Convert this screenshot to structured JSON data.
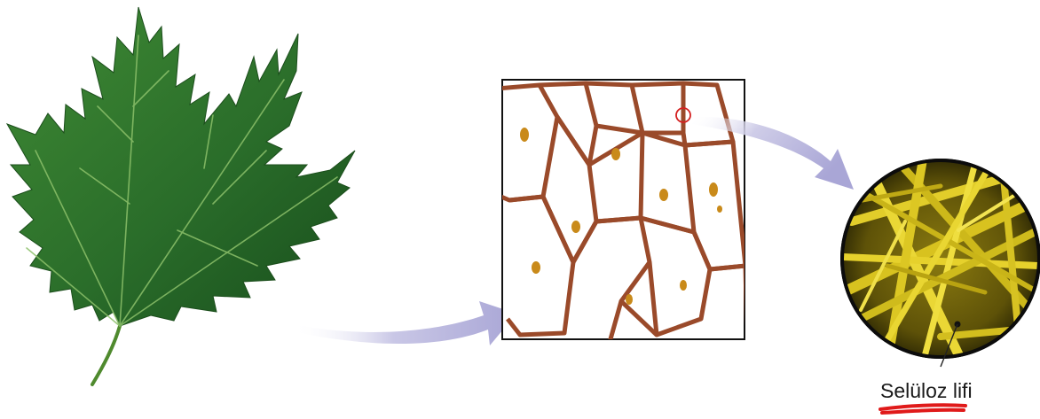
{
  "stages": [
    {
      "name": "leaf",
      "icon": "maple-leaf-illustration"
    },
    {
      "name": "plant-cells",
      "icon": "plant-cell-grid-illustration"
    },
    {
      "name": "fibers",
      "icon": "cellulose-fiber-micrograph"
    }
  ],
  "fiber_label": {
    "term": "Selüloz",
    "rest": " lifi",
    "underline_color": "#e01a1a"
  },
  "colors": {
    "leaf_dark": "#1f5e24",
    "leaf_light": "#4f9a3a",
    "cell_wall": "#9a4a2a",
    "nucleus": "#c98a1a",
    "fiber_yellow": "#d9c21c",
    "arrow": "#b9b7dc",
    "highlight_circle": "#d42020"
  }
}
